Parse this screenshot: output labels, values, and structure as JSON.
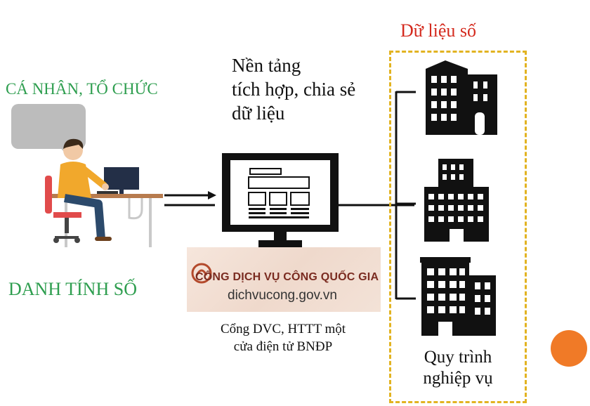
{
  "left": {
    "actor_label": "CÁ NHÂN, TỔ CHỨC",
    "identity_label": "DANH TÍNH SỐ"
  },
  "platform": {
    "lines": [
      "Nền tảng",
      "tích hợp, chia sẻ",
      "dữ liệu"
    ]
  },
  "portal": {
    "logo_name": "CỔNG DỊCH VỤ CÔNG QUỐC GIA",
    "logo_url": "dichvucong.gov.vn",
    "caption_lines": [
      "Cổng DVC, HTTT một",
      "cửa điện tử BNĐP"
    ]
  },
  "right": {
    "title": "Dữ liệu số",
    "bottom_lines": [
      "Quy trình",
      "nghiệp vụ"
    ]
  },
  "colors": {
    "green_text": "#2e9e4f",
    "red_title": "#d42a1e",
    "dashed_border": "#e2b321",
    "orange_dot": "#f07a27",
    "speech_bubble": "#bcbcbc"
  },
  "icons": [
    "person-at-computer-icon",
    "monitor-icon",
    "building-icon",
    "national-emblem-icon"
  ]
}
